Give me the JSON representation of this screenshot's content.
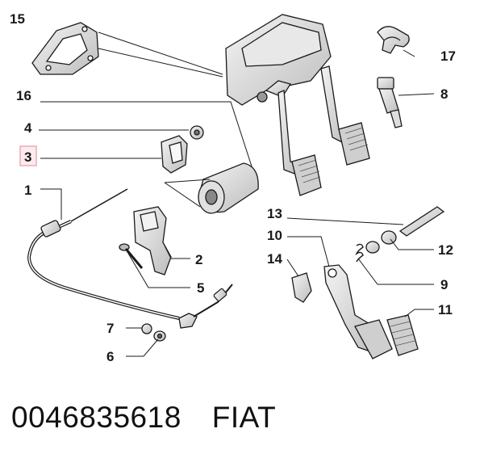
{
  "diagram": {
    "callouts": {
      "c1": "1",
      "c2": "2",
      "c3": "3",
      "c4": "4",
      "c5": "5",
      "c6": "6",
      "c7": "7",
      "c8": "8",
      "c9": "9",
      "c10": "10",
      "c11": "11",
      "c12": "12",
      "c13": "13",
      "c14": "14",
      "c15": "15",
      "c16": "16",
      "c17": "17"
    },
    "highlighted_callout": "3",
    "colors": {
      "line": "#1a1a1a",
      "highlight_box": "#e8a0a8",
      "part_fill": "#ffffff",
      "part_shade": "#d9d9d9"
    }
  },
  "footer": {
    "part_number": "0046835618",
    "brand": "FIAT"
  }
}
